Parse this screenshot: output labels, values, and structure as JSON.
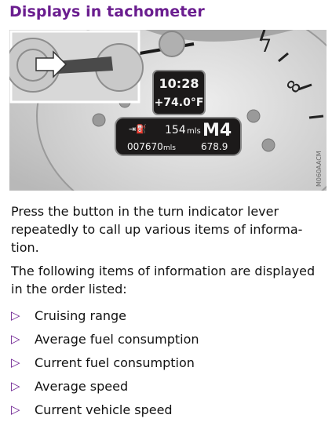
{
  "heading": "Displays in tachometer",
  "figure": {
    "clock": "10:28",
    "temperature": "+74.0°F",
    "range_value": "154",
    "range_unit": "mls",
    "gear": "M4",
    "odometer_value": "007670",
    "odometer_unit": "mls",
    "trip_value": "678.9",
    "watermark": "M060AACM",
    "dial_numbers": [
      "7",
      "8"
    ],
    "colors": {
      "heading": "#6a1d8f",
      "bullet": "#6a1d8f",
      "display_bg": "#1c1a1a",
      "display_text": "#f5f5f5",
      "panel_bg": "#cfcfcf"
    }
  },
  "paragraph1": "Press the button in the turn indicator lever repeatedly to call up various items of informa-tion.",
  "paragraph2": "The following items of information are displayed in the order listed:",
  "list_items": [
    "Cruising range",
    "Average fuel consumption",
    "Current fuel consumption",
    "Average speed",
    "Current vehicle speed"
  ],
  "bullet_glyph": "▷"
}
